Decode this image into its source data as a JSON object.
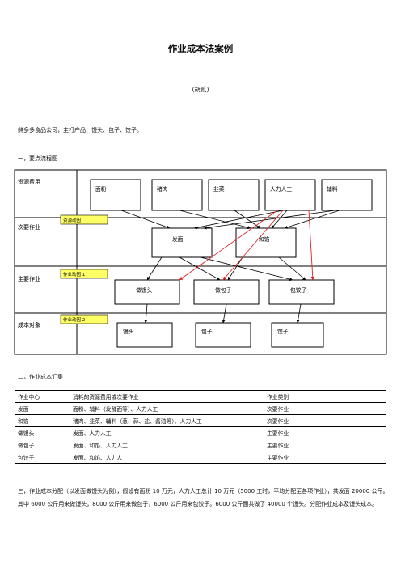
{
  "doc": {
    "title": "作业成本法案例",
    "author": "(胡贰)",
    "intro": "鲜多多食品公司，主打产品：馒头、包子、饺子。",
    "section1": "一，要点流程图",
    "section2": "二，作业成本汇集",
    "section3": "三，作业成本分配（以发面做馒头为例），假设有面粉 10 万元，人力人工总计 10 万元（5000 工时，平均分配至各项作业），共发面 20000 公斤。其中 6000 公斤用来做馒头，8000 公斤用来做包子，6000 公斤用来包饺子。6000 公斤面共做了 40000 个馒头。分配作业成本及馒头成本。"
  },
  "flow": {
    "lanes": [
      "资源费用",
      "次要作业",
      "主要作业",
      "成本对象"
    ],
    "resources": [
      "面粉",
      "猪肉",
      "韭菜",
      "人力人工",
      "辅料"
    ],
    "secondary": [
      "发面",
      "和馅"
    ],
    "primary": [
      "做馒头",
      "做包子",
      "包饺子"
    ],
    "objects": [
      "馒头",
      "包子",
      "饺子"
    ],
    "drivers": [
      "资源动因",
      "作业动因 1",
      "作业动因 2"
    ]
  },
  "summary": {
    "headers": [
      "作业中心",
      "消耗的资源费用或次要作业",
      "作业类别"
    ],
    "rows": [
      [
        "发面",
        "面粉、辅料（发酵面等）、人力人工",
        "次要作业"
      ],
      [
        "和馅",
        "猪肉、韭菜、辅料（葱、蒜、盐、酱油等）、人力人工",
        "次要作业"
      ],
      [
        "做馒头",
        "发面、人力人工",
        "主要作业"
      ],
      [
        "做包子",
        "发面、和馅、人力人工",
        "主要作业"
      ],
      [
        "包饺子",
        "发面、和馅、人力人工",
        "主要作业"
      ]
    ]
  },
  "colors": {
    "arrow_black": "#000000",
    "arrow_red": "#e02020",
    "driver_fill": "#ffff66"
  }
}
